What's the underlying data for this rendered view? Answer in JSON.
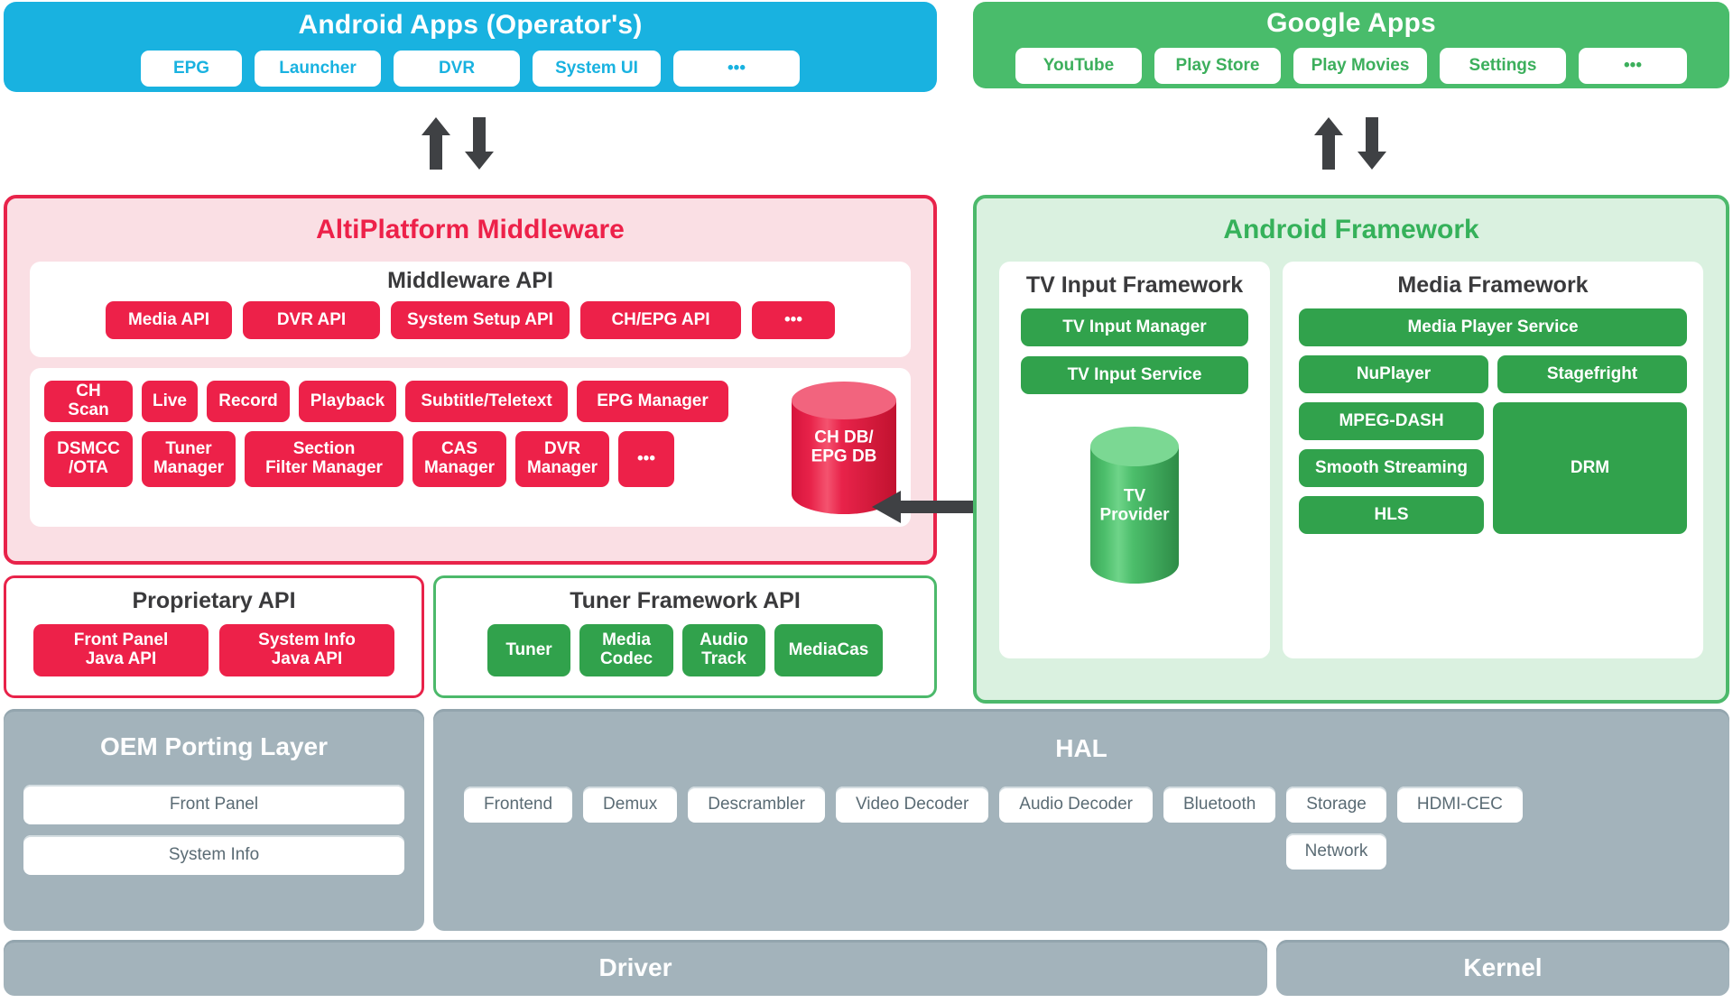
{
  "colors": {
    "blue": "#19B2E0",
    "green": "#49BC6B",
    "green_dark": "#31A24C",
    "crimson": "#ED2149",
    "crimson_border": "#E8234A",
    "pink_bg": "#FADFE4",
    "mint_bg": "#DAF1E0",
    "gray": "#A3B3BB",
    "arrow": "#3F4144"
  },
  "android_apps": {
    "title": "Android Apps (Operator's)",
    "chips": [
      "EPG",
      "Launcher",
      "DVR",
      "System UI",
      "•••"
    ]
  },
  "google_apps": {
    "title": "Google Apps",
    "chips": [
      "YouTube",
      "Play Store",
      "Play Movies",
      "Settings",
      "•••"
    ]
  },
  "middleware": {
    "title": "AltiPlatform Middleware",
    "api_card": {
      "title": "Middleware API",
      "chips": [
        "Media API",
        "DVR API",
        "System Setup API",
        "CH/EPG API",
        "•••"
      ]
    },
    "modules_row1": [
      "CH Scan",
      "Live",
      "Record",
      "Playback",
      "Subtitle/Teletext",
      "EPG Manager"
    ],
    "modules_row2": [
      "DSMCC\n/OTA",
      "Tuner\nManager",
      "Section\nFilter Manager",
      "CAS\nManager",
      "DVR\nManager",
      "•••"
    ],
    "database": "CH DB/\nEPG DB"
  },
  "proprietary_api": {
    "title": "Proprietary API",
    "chips": [
      "Front Panel\nJava API",
      "System Info\nJava API"
    ]
  },
  "tuner_framework_api": {
    "title": "Tuner Framework API",
    "chips": [
      "Tuner",
      "Media\nCodec",
      "Audio\nTrack",
      "MediaCas"
    ]
  },
  "android_framework": {
    "title": "Android Framework",
    "tv_input_framework": {
      "title": "TV Input Framework",
      "chips": [
        "TV Input Manager",
        "TV Input Service"
      ],
      "database": "TV\nProvider"
    },
    "media_framework": {
      "title": "Media Framework",
      "full_chip": "Media Player Service",
      "split_row": [
        "NuPlayer",
        "Stagefright"
      ],
      "grid_left": [
        "MPEG-DASH",
        "Smooth Streaming",
        "HLS"
      ],
      "grid_right": "DRM"
    }
  },
  "oem_porting_layer": {
    "title": "OEM Porting Layer",
    "chips": [
      "Front Panel",
      "System Info"
    ]
  },
  "hal": {
    "title": "HAL",
    "row1": [
      "Frontend",
      "Demux",
      "Descrambler",
      "Video Decoder",
      "Audio Decoder",
      "Bluetooth",
      "Storage",
      "HDMI-CEC"
    ],
    "row2": [
      "Network"
    ]
  },
  "driver": {
    "title": "Driver"
  },
  "kernel": {
    "title": "Kernel"
  }
}
